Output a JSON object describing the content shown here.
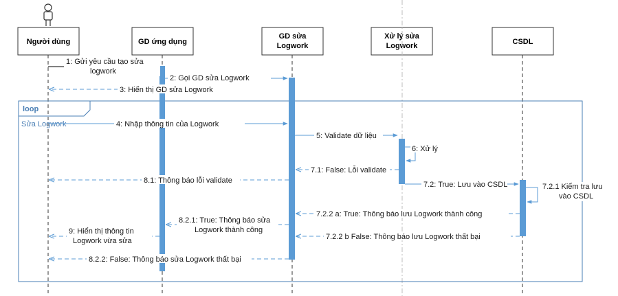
{
  "participants": [
    {
      "id": "user",
      "label_lines": [
        "Người dùng"
      ]
    },
    {
      "id": "app",
      "label_lines": [
        "GD ứng dụng"
      ]
    },
    {
      "id": "edit",
      "label_lines": [
        "GD sửa",
        "Logwork"
      ]
    },
    {
      "id": "proc",
      "label_lines": [
        "Xử lý sửa",
        "Logwork"
      ]
    },
    {
      "id": "db",
      "label_lines": [
        "CSDL"
      ]
    }
  ],
  "loop": {
    "label": "loop",
    "guard": "Sửa Logwork"
  },
  "messages": [
    {
      "id": "m1",
      "lines": [
        "1: Gửi yêu cầu tạo sửa",
        "logwork"
      ]
    },
    {
      "id": "m2",
      "lines": [
        "2: Gọi GD sửa Logwork"
      ]
    },
    {
      "id": "m3",
      "lines": [
        "3: Hiển thị GD sửa Logwork"
      ]
    },
    {
      "id": "m4",
      "lines": [
        "4: Nhập thông tin của Logwork"
      ]
    },
    {
      "id": "m5",
      "lines": [
        "5: Validate dữ liệu"
      ]
    },
    {
      "id": "m6",
      "lines": [
        "6: Xử lý"
      ]
    },
    {
      "id": "m71",
      "lines": [
        "7.1: False: Lỗi validate"
      ]
    },
    {
      "id": "m81",
      "lines": [
        "8.1: Thông báo lỗi validate"
      ]
    },
    {
      "id": "m72",
      "lines": [
        "7.2: True: Lưu vào CSDL"
      ]
    },
    {
      "id": "m721",
      "lines": [
        "7.2.1  Kiểm tra lưu",
        "vào CSDL"
      ]
    },
    {
      "id": "m722a",
      "lines": [
        "7.2.2 a:  True: Thông báo lưu Logwork thành công"
      ]
    },
    {
      "id": "m821",
      "lines": [
        "8.2.1: True: Thông báo sửa",
        "Logwork thành công"
      ]
    },
    {
      "id": "m9",
      "lines": [
        "9: Hiển thị thông tin",
        "Logwork vừa sửa"
      ]
    },
    {
      "id": "m722b",
      "lines": [
        "7.2.2 b False: Thông báo lưu Logwork thất bại"
      ]
    },
    {
      "id": "m822",
      "lines": [
        "8.2.2: False: Thông báo sửa Logwork thất bại"
      ]
    }
  ]
}
